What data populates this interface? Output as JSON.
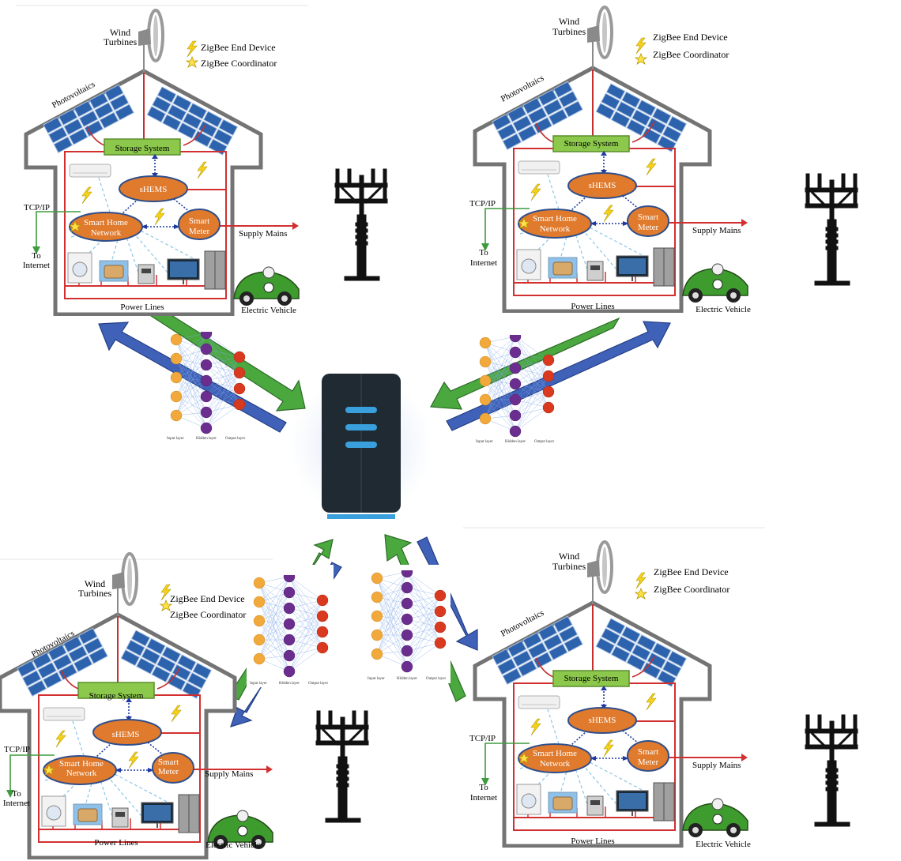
{
  "house": {
    "wind": "Wind",
    "turbines": "Turbines",
    "photovoltaics": "Photovoltaics",
    "legend_end_device": "ZigBee End Device",
    "legend_coordinator": "ZigBee Coordinator",
    "storage": "Storage System",
    "shems": "sHEMS",
    "smart_home_1": "Smart Home",
    "smart_home_2": "Network",
    "smart_meter_1": "Smart",
    "smart_meter_2": "Meter",
    "tcpip": "TCP/IP",
    "to": "To",
    "internet": "Internet",
    "supply_mains": "Supply Mains",
    "power_lines": "Power Lines",
    "electric_vehicle": "Electric Vehicle"
  },
  "nn": {
    "input_layer": "Input layer",
    "hidden_layer": "Hidden layer",
    "output_layer": "Output layer"
  },
  "colors": {
    "green_arrow": "#4aa83f",
    "blue_arrow": "#3f62b8",
    "storage_fill": "#8cc84b",
    "oval_fill": "#e07a2d",
    "red_line": "#d23030",
    "server_body": "#1f2a33",
    "server_slot": "#3aa0dd"
  }
}
